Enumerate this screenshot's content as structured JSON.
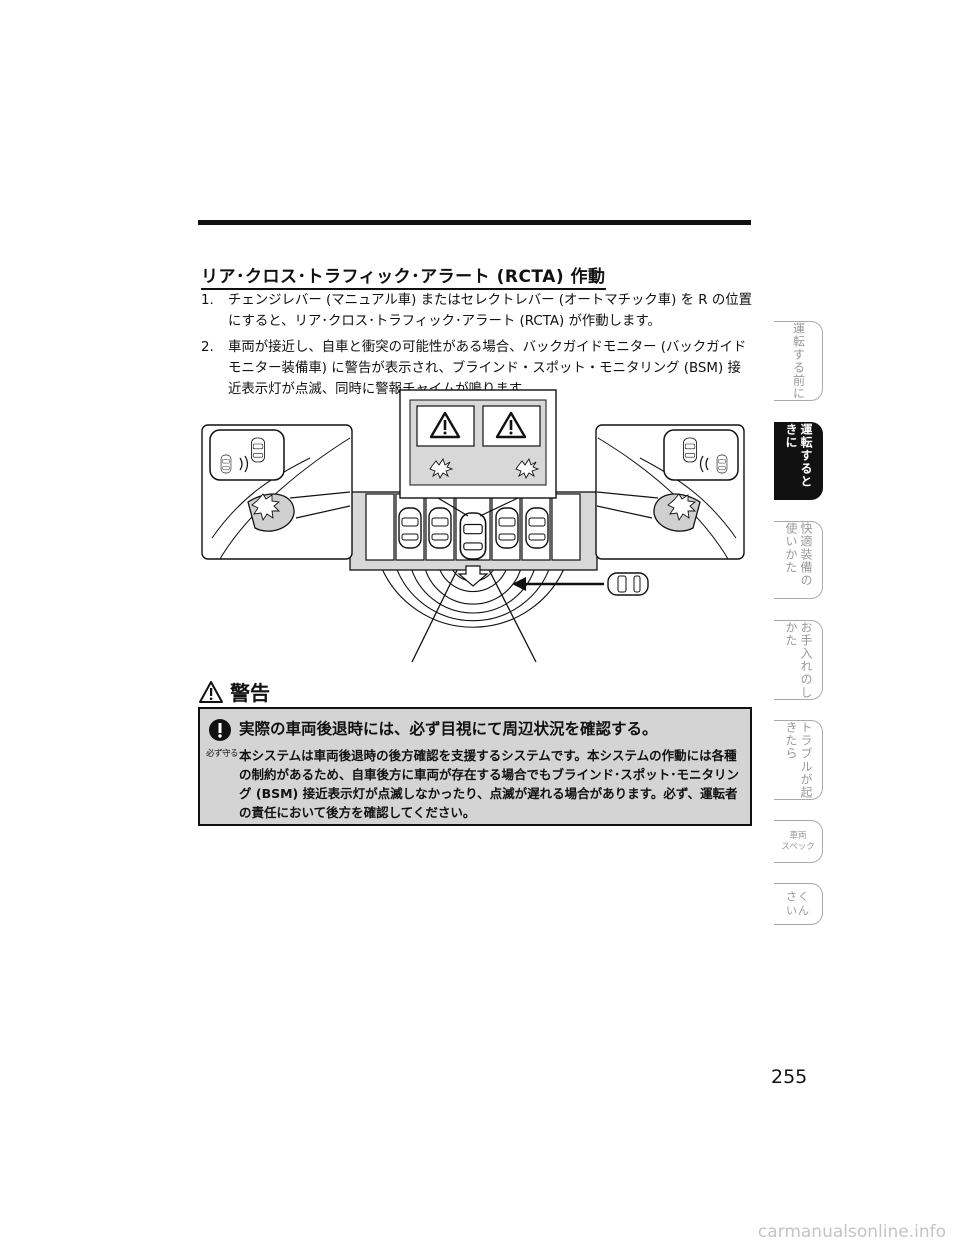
{
  "section": {
    "title": "リア･クロス･トラフィック･アラート (RCTA) 作動"
  },
  "steps": [
    {
      "num": "1.",
      "text": "チェンジレバー (マニュアル車) またはセレクトレバー (オートマチック車) を R の位置にすると、リア･クロス･トラフィック･アラート (RCTA) が作動します。"
    },
    {
      "num": "2.",
      "text": "車両が接近し、自車と衝突の可能性がある場合、バックガイドモニター (バックガイドモニター装備車) に警告が表示され、ブラインド・スポット・モニタリング (BSM) 接近表示灯が点滅、同時に警報チャイムが鳴ります。"
    }
  ],
  "warning": {
    "title": "警告",
    "must_label": "必ず守る",
    "heading": "実際の車両後退時には、必ず目視にて周辺状況を確認する。",
    "body": "本システムは車両後退時の後方確認を支援するシステムです。本システムの作動には各種の制約があるため、自車後方に車両が存在する場合でもブラインド･スポット･モニタリング (BSM) 接近表示灯が点滅しなかったり、点滅が遅れる場合があります。必ず、運転者の責任において後方を確認してください。"
  },
  "tabs": [
    {
      "label": "運転する前に",
      "active": false
    },
    {
      "label": "運転するときに",
      "active": true
    },
    {
      "label": "快適装備の使いかた",
      "active": false
    },
    {
      "label": "お手入れのしかた",
      "active": false
    },
    {
      "label": "トラブルが起きたら",
      "active": false
    },
    {
      "label_line1": "車両",
      "label_line2": "スペック",
      "active": false
    },
    {
      "label_line1": "さく",
      "label_line2": "いん",
      "active": false
    }
  ],
  "page_number": "255",
  "watermark": "carmanualsonline.info",
  "colors": {
    "warning_bg": "#d4d4d4",
    "active_tab": "#111111",
    "inactive_tab_text": "#999999"
  }
}
